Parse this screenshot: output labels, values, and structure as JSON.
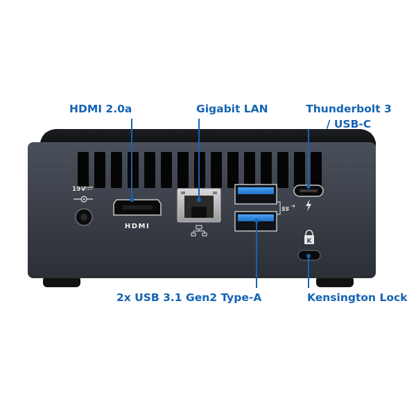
{
  "labels": {
    "hdmi": "HDMI 2.0a",
    "lan": "Gigabit LAN",
    "thunderbolt_line1": "Thunderbolt 3",
    "thunderbolt_line2": "/ USB-C",
    "usb": "2x USB 3.1 Gen2 Type-A",
    "kensington": "Kensington Lock"
  },
  "device": {
    "power_rating": "19V",
    "hdmi_logo": "HDMI",
    "usb_logo": "SS",
    "lock_letter": "K"
  },
  "colors": {
    "accent": "#1464b4",
    "chassis": "#3a3f48",
    "usb_blue": "#2f86e0"
  },
  "icons": [
    "power-jack-icon",
    "lan-icon",
    "thunderbolt-icon",
    "lock-icon",
    "usb-ss-icon"
  ]
}
